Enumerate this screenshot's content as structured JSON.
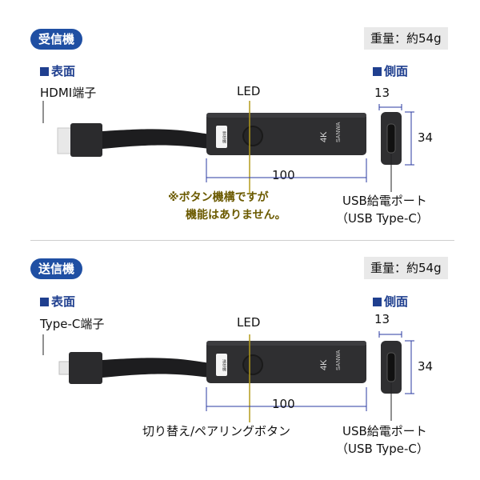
{
  "receiver": {
    "badge": "受信機",
    "weight": "重量：約54g",
    "front_heading": "表面",
    "side_heading": "側面",
    "connector_label": "HDMI端子",
    "led_label": "LED",
    "note_line1": "※ボタン機構ですが",
    "note_line2": "機能はありません。",
    "usb_line1": "USB給電ポート",
    "usb_line2": "（USB Type-C）",
    "length": "100",
    "side_width": "13",
    "side_height": "34",
    "sticker": "受信機",
    "logo": "4K",
    "brand": "SANWA"
  },
  "transmitter": {
    "badge": "送信機",
    "weight": "重量：約54g",
    "front_heading": "表面",
    "side_heading": "側面",
    "connector_label": "Type-C端子",
    "led_label": "LED",
    "button_label": "切り替え/ペアリングボタン",
    "usb_line1": "USB給電ポート",
    "usb_line2": "（USB Type-C）",
    "length": "100",
    "side_width": "13",
    "side_height": "34",
    "sticker": "送信機",
    "logo": "4K",
    "brand": "SANWA"
  },
  "colors": {
    "badge": "#1f4fa3",
    "heading": "#1f3f8f",
    "dimension": "#2a3aa0",
    "leader": "#b39a1a",
    "device": "#2c2c2e"
  }
}
